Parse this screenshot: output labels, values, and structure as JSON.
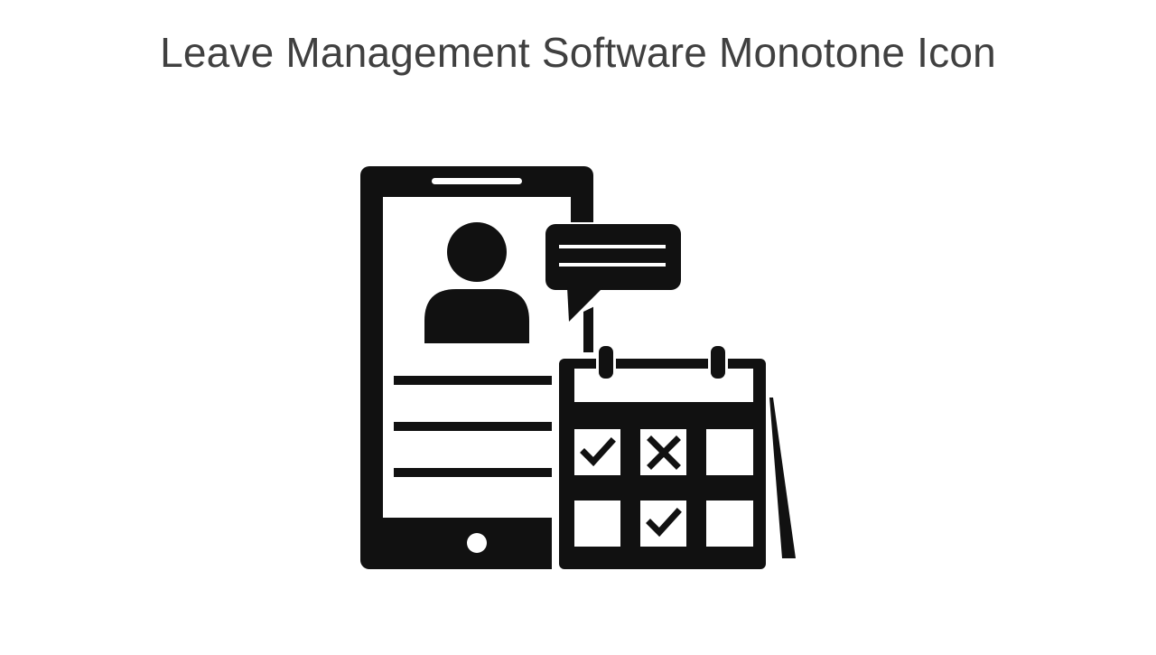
{
  "slide": {
    "title": "Leave Management Software Monotone Icon"
  },
  "icon": {
    "name": "leave-management-software-icon",
    "color": "#111111",
    "background": "#ffffff",
    "calendar": {
      "cells": [
        "check",
        "cross",
        "empty",
        "empty",
        "check",
        "empty"
      ]
    }
  },
  "colors": {
    "title_text": "#404040"
  }
}
